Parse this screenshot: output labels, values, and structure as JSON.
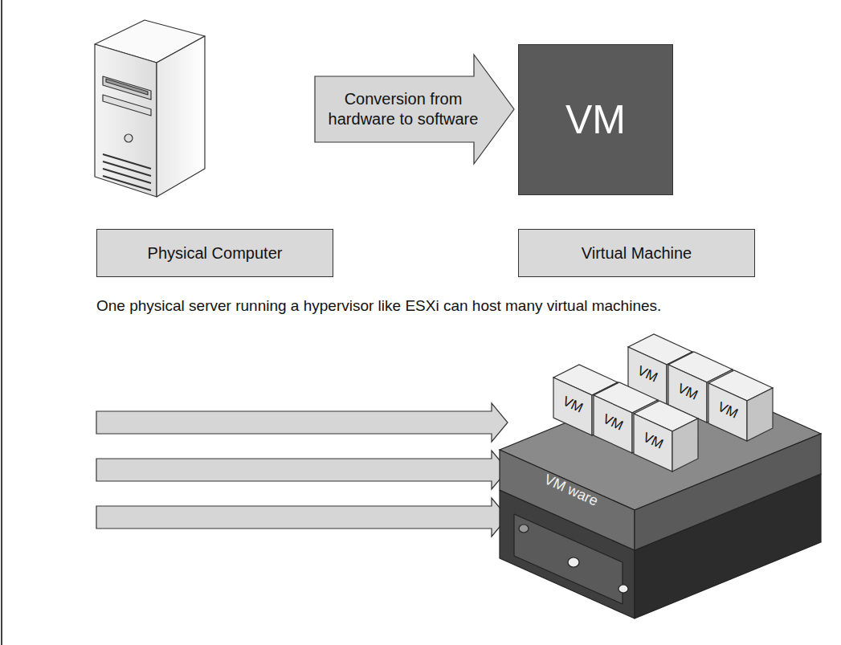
{
  "diagram": {
    "nodes": [
      {
        "text": [
          "Conversion from hardware to software"
        ]
      },
      {
        "text": [
          "VM"
        ]
      },
      {
        "text": [
          "Physical Computer"
        ]
      },
      {
        "text": [
          "Virtual Machine"
        ]
      },
      {
        "text": [
          "VM ware"
        ]
      },
      {
        "text": [
          "VM"
        ]
      },
      {
        "text": [
          "VM"
        ]
      },
      {
        "text": [
          "VM"
        ]
      },
      {
        "text": [
          "VM"
        ]
      },
      {
        "text": [
          "VM"
        ]
      },
      {
        "text": [
          "VM"
        ]
      }
    ],
    "labels": [
      "One physical server running a hypervisor like ESXi can host many virtual machines."
    ]
  }
}
